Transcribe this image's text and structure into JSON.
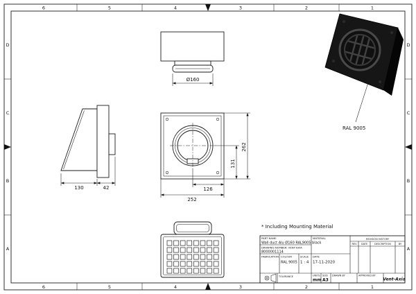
{
  "sheet": {
    "grid": {
      "cols": [
        "6",
        "5",
        "4",
        "3",
        "2",
        "1"
      ],
      "rows": [
        "D",
        "C",
        "B",
        "A"
      ]
    }
  },
  "views": {
    "top": {
      "dim_diameter": "Ø160"
    },
    "side": {
      "dim_depth": "130",
      "dim_plate": "42"
    },
    "front": {
      "dim_width": "252",
      "dim_half_width": "126",
      "dim_height": "262",
      "dim_half_height": "131"
    }
  },
  "render": {
    "finish_label": "RAL 9005",
    "finish_color": "#111111"
  },
  "note": {
    "text": "* Including Mounting Material"
  },
  "titleblock": {
    "part_name_label": "PART NAME",
    "part_name": "Wall duct Alu Ø160 RAL9005 black",
    "drawing_number_label": "DRAWING-NUMBER: VENT-AXIA",
    "drawing_number": "8000001114",
    "material_label": "MATERIAL",
    "revision_title": "REVISION HISTORY",
    "rev_cols": {
      "rev": "REV",
      "date": "DATE",
      "desc": "DESCRIPTION",
      "by": "BY"
    },
    "fabrication_label": "FABRICATION",
    "colour_label": "COLOUR",
    "colour_value": "RAL 9005",
    "scale_label": "SCALE",
    "scale_value": "1 : 4",
    "date_label": "DATE",
    "date_value": "17-11-2020",
    "tolerance_label": "TOLERANCE",
    "units_label": "UNITS",
    "units_value": "mm",
    "size_label": "SIZE",
    "size_value": "A3",
    "drawn_label": "DRAWN BY",
    "approved_label": "APPROVED BY",
    "brand": "Vent-Axia"
  }
}
